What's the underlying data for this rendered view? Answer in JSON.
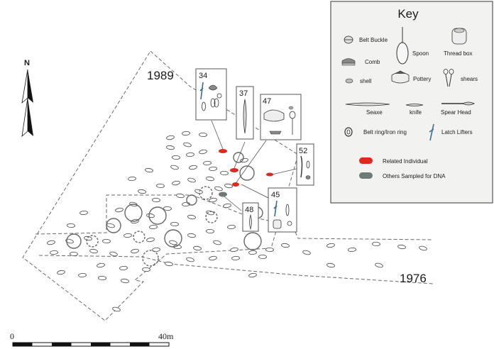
{
  "site_labels": {
    "year_1989": "1989",
    "year_1976": "1976",
    "north": "N"
  },
  "scale_bar": {
    "start_label": "0",
    "end_label": "40m"
  },
  "inset_labels": [
    "34",
    "37",
    "47",
    "52",
    "45",
    "48"
  ],
  "key": {
    "title": "Key",
    "items": [
      {
        "label": "Belt Buckle",
        "icon": "belt-buckle-icon"
      },
      {
        "label": "Spoon",
        "icon": "spoon-icon"
      },
      {
        "label": "Thread box",
        "icon": "thread-box-icon"
      },
      {
        "label": "Comb",
        "icon": "comb-icon"
      },
      {
        "label": "shell",
        "icon": "shell-icon"
      },
      {
        "label": "Pottery",
        "icon": "pottery-icon"
      },
      {
        "label": "shears",
        "icon": "shears-icon"
      },
      {
        "label": "Seaxe",
        "icon": "seaxe-icon"
      },
      {
        "label": "knife",
        "icon": "knife-icon"
      },
      {
        "label": "Spear Head",
        "icon": "spear-head-icon"
      },
      {
        "label": "Belt ring/Iron ring",
        "icon": "belt-ring-icon"
      },
      {
        "label": "Latch Lifters",
        "icon": "latch-lifter-icon"
      },
      {
        "label": "Related Individual",
        "icon": "related-individual-swatch"
      },
      {
        "label": "Others Sampled for DNA",
        "icon": "dna-sample-swatch"
      }
    ]
  },
  "colors": {
    "related": "#e0281e",
    "sampled": "#6f7a78",
    "key_bg": "#f2f2f0",
    "line": "#6a6a6a"
  }
}
